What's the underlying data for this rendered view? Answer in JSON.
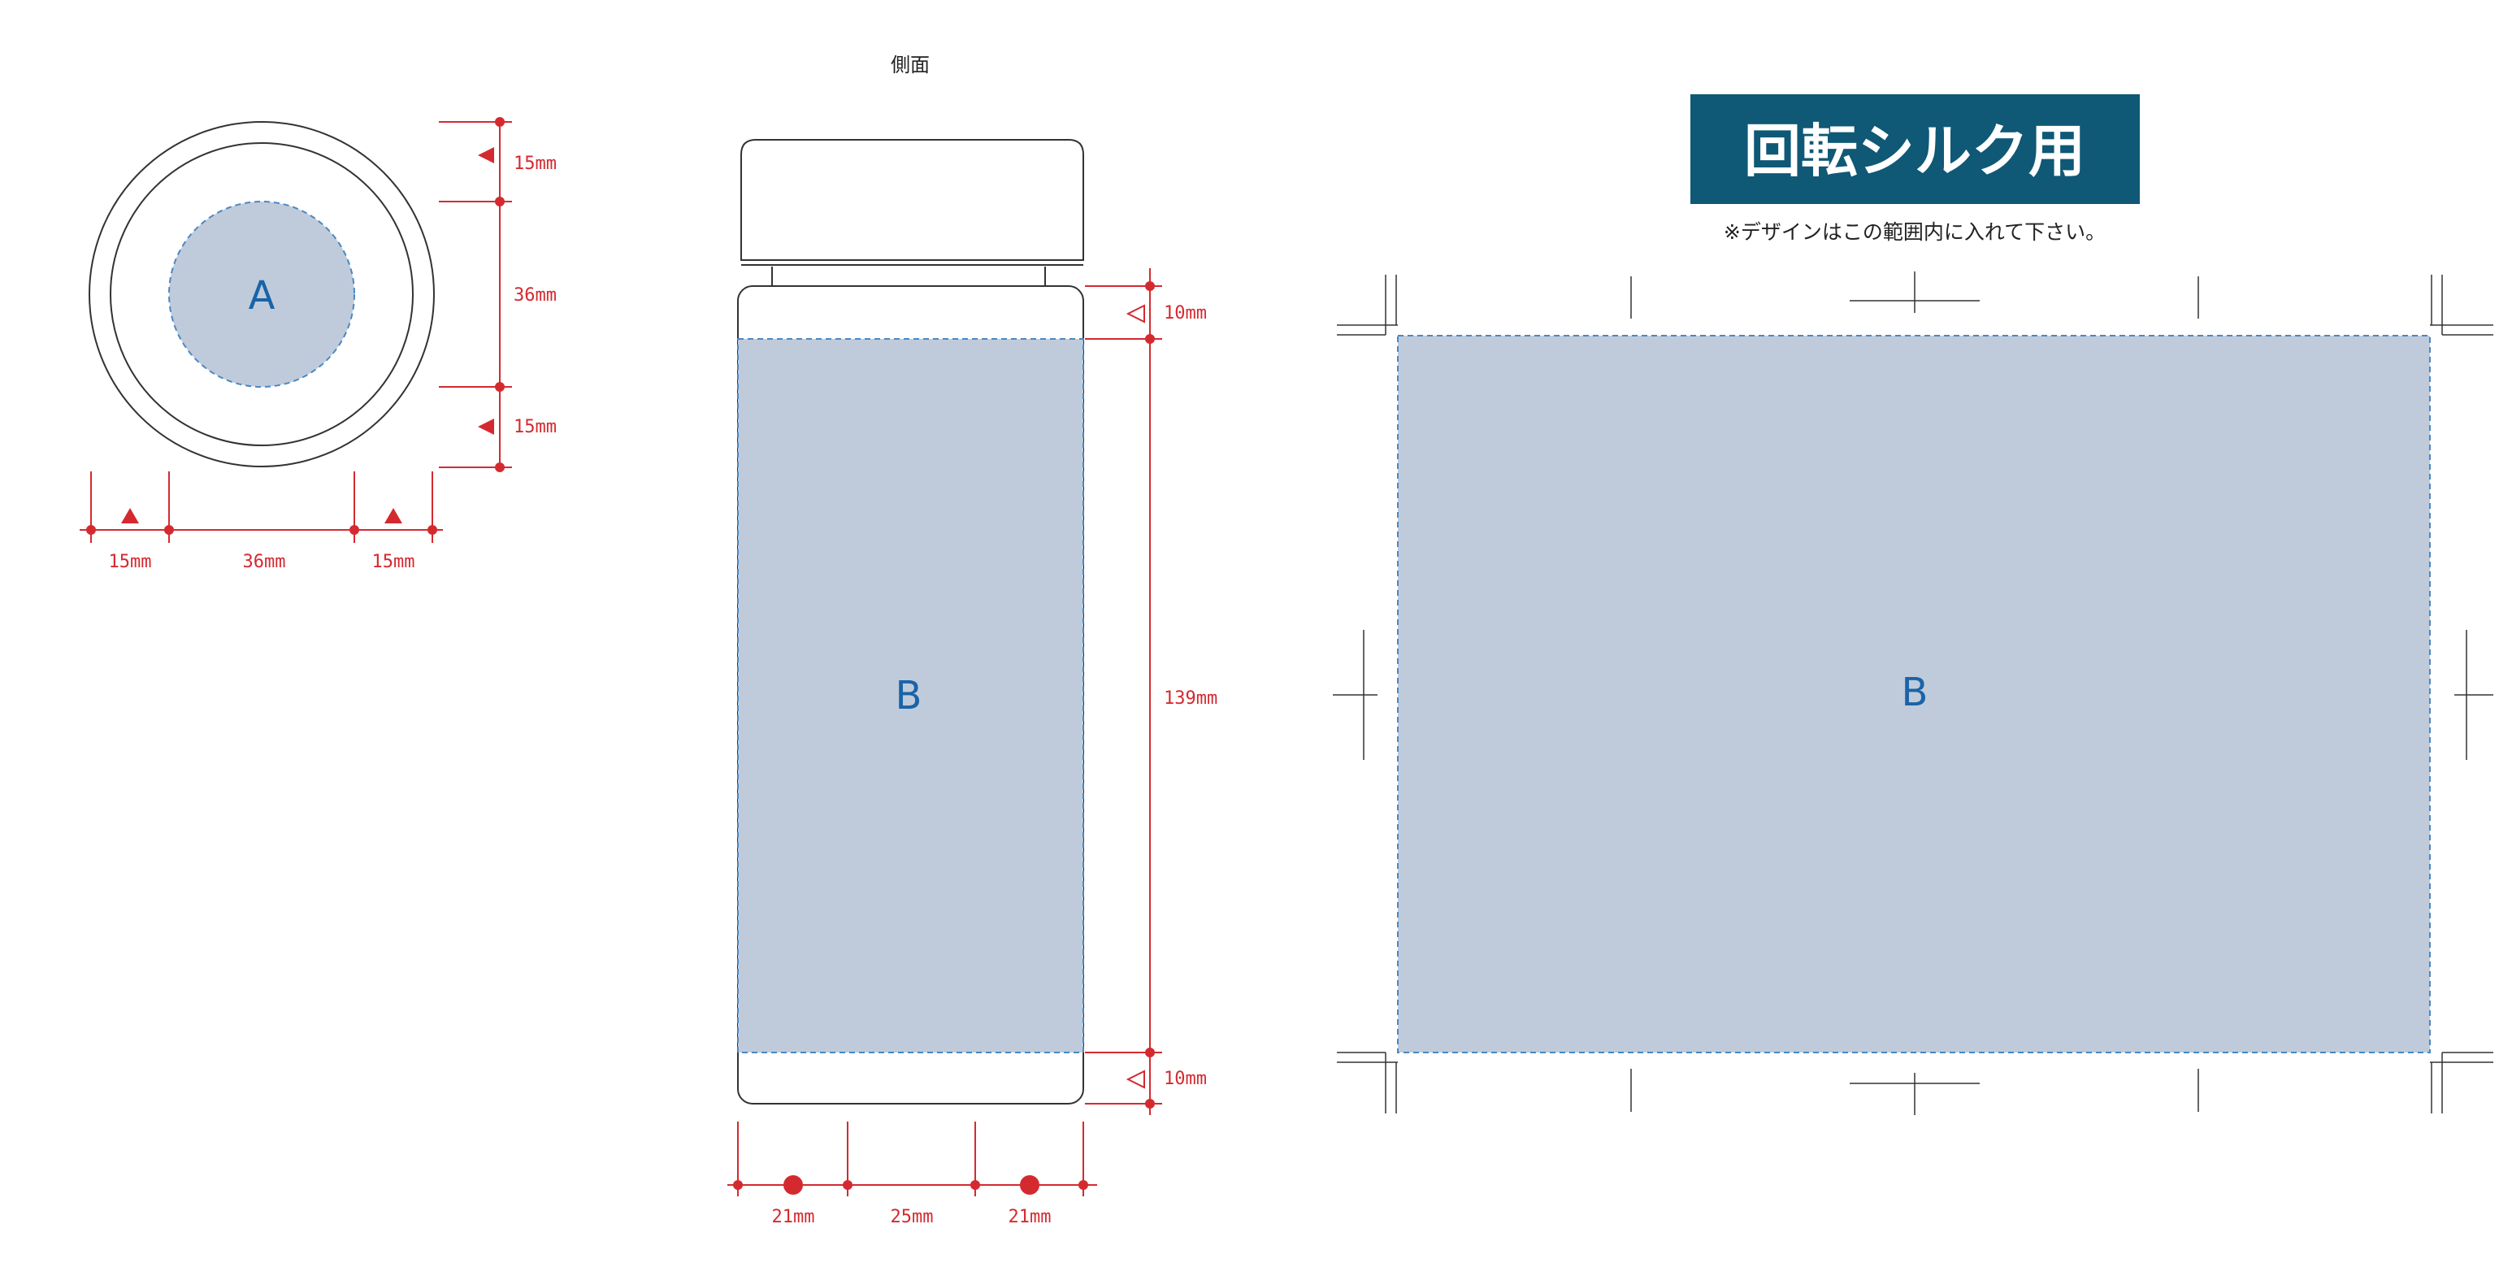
{
  "top_view": {
    "zone_label": "A",
    "dims_vertical": [
      "15mm",
      "36mm",
      "15mm"
    ],
    "dims_horizontal": [
      "15mm",
      "36mm",
      "15mm"
    ]
  },
  "side_view": {
    "title": "側面",
    "zone_label": "B",
    "dims_vertical": [
      "10mm",
      "139mm",
      "10mm"
    ],
    "dims_horizontal": [
      "21mm",
      "25mm",
      "21mm"
    ]
  },
  "template": {
    "banner": "回転シルク用",
    "note": "※デザインはこの範囲内に入れて下さい。",
    "zone_label": "B"
  },
  "colors": {
    "dimension": "#d42a2f",
    "print_area": "#bfcbdb",
    "print_border": "#4a88c2",
    "banner_bg": "#0f5876",
    "zone_text": "#1a63a8"
  }
}
